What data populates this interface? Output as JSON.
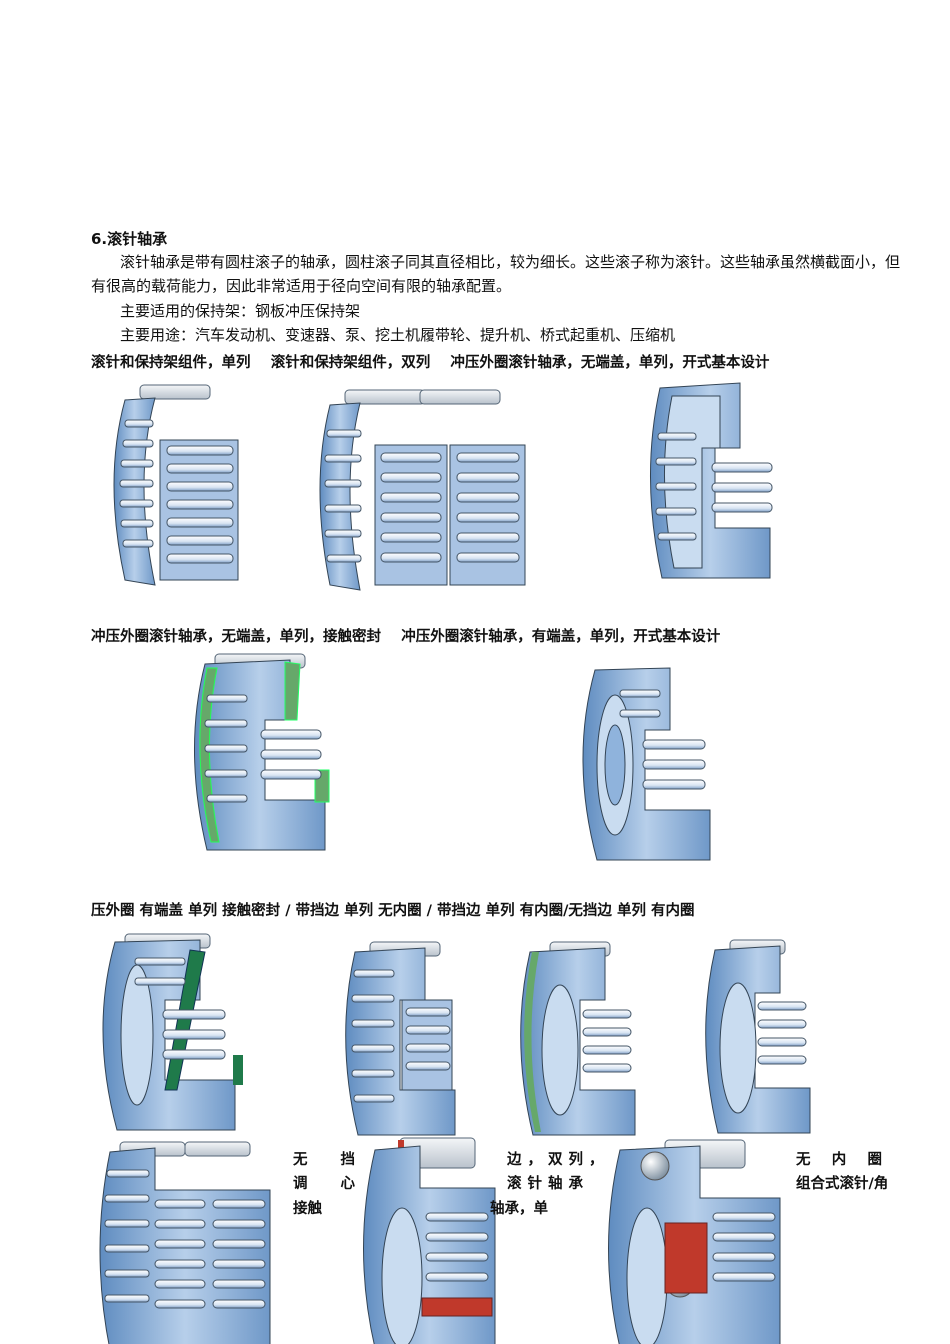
{
  "section": {
    "title": "6.滚针轴承",
    "p1": "滚针轴承是带有圆柱滚子的轴承，圆柱滚子同其直径相比，较为细长。这些滚子称为滚针。这些轴承虽然横截面小，但有很高的载荷能力，因此非常适用于径向空间有限的轴承配置。",
    "p2": "主要适用的保持架：钢板冲压保持架",
    "p3": "主要用途：汽车发动机、变速器、泵、挖土机履带轮、提升机、桥式起重机、压缩机"
  },
  "captions": {
    "row1": "滚针和保持架组件，单列    滚针和保持架组件，双列    冲压外圈滚针轴承，无端盖，单列，开式基本设计",
    "row2": "冲压外圈滚针轴承，无端盖，单列，接触密封    冲压外圈滚针轴承，有端盖，单列，开式基本设计",
    "row3": "压外圈 有端盖 单列 接触密封 / 带挡边 单列 无内圈 / 带挡边 单列 有内圈/无挡边 单列 有内圈",
    "row4_a": [
      "无",
      "挡",
      "边，双列，"
    ],
    "row4_b": [
      "调",
      "心",
      "滚针轴承"
    ],
    "row4_c": [
      "接触",
      "轴承，单"
    ],
    "row4_d": [
      "无",
      "内",
      "圈"
    ],
    "row4_e": "组合式滚针/角"
  },
  "colors": {
    "blue_fill": "#8fb3dc",
    "blue_light": "#c9dcf0",
    "blue_dark": "#3d6a9e",
    "seal_green": "#66a86a",
    "seal_dark_green": "#1f7a4a",
    "red_part": "#c0392b",
    "roller": "#eaf0f7"
  }
}
